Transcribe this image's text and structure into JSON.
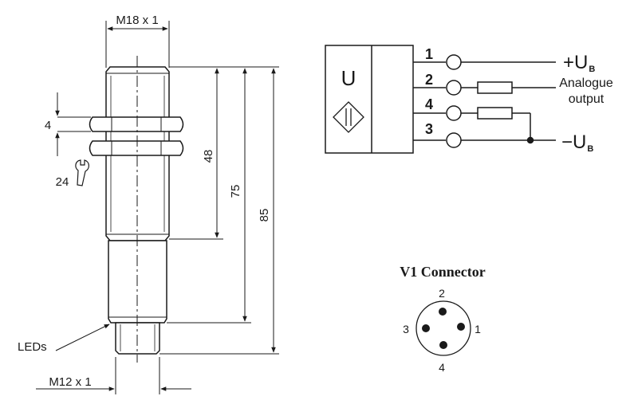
{
  "mechanical": {
    "thread_top": "M18 x 1",
    "thread_bottom": "M12 x 1",
    "nut_thickness": "4",
    "wrench_size": "24",
    "leds_label": "LEDs",
    "dim_48": "48",
    "dim_75": "75",
    "dim_85": "85"
  },
  "wiring": {
    "symbol_letter": "U",
    "pins": [
      "1",
      "2",
      "4",
      "3"
    ],
    "plus_ub_sign": "+U",
    "minus_ub_sign": "−U",
    "ub_subscript": "B",
    "analogue_line1": "Analogue",
    "analogue_line2": "output"
  },
  "connector": {
    "title": "V1 Connector",
    "pin_labels": [
      "1",
      "2",
      "3",
      "4"
    ]
  }
}
